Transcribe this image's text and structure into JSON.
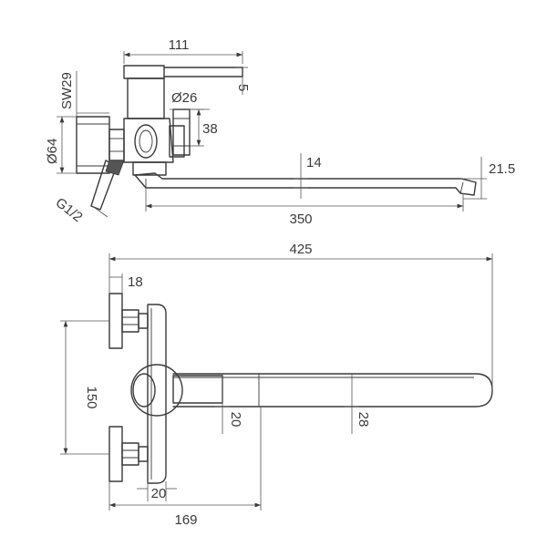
{
  "dimensions": {
    "top_view": {
      "handle_length": "111",
      "handle_offset": "5",
      "wrench_size": "SW29",
      "body_diameter": "Ø26",
      "flange_diameter": "Ø64",
      "body_height": "38",
      "spout_height": "14",
      "spout_tip_height": "21.5",
      "spout_length": "350",
      "thread": "G1/2"
    },
    "front_view": {
      "overall_width": "425",
      "flange_depth": "18",
      "inlet_spacing": "150",
      "spout_base_width": "20",
      "spout_width": "28",
      "inlet_width": "20",
      "body_projection": "169"
    }
  }
}
